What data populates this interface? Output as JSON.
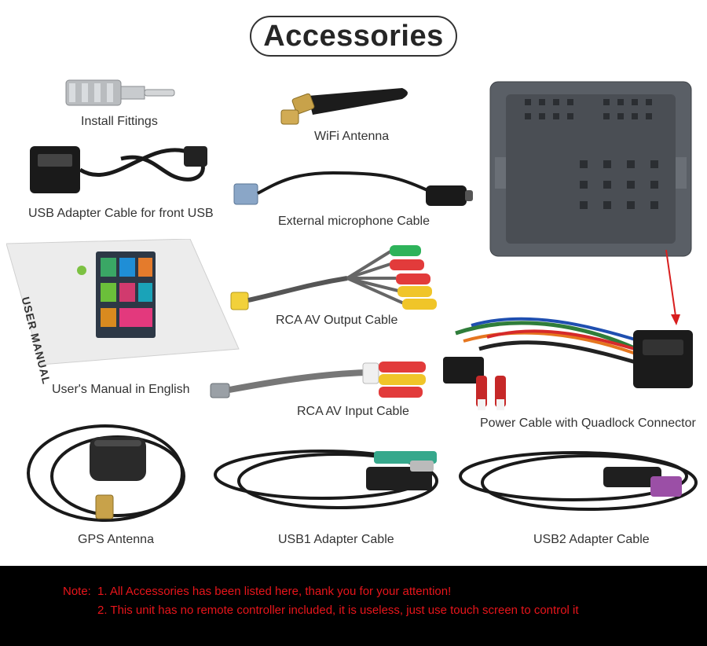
{
  "title": "Accessories",
  "items": [
    {
      "id": "install-fittings",
      "label": "Install Fittings",
      "icon": "install-fittings-icon"
    },
    {
      "id": "wifi-antenna",
      "label": "WiFi Antenna",
      "icon": "wifi-antenna-icon"
    },
    {
      "id": "usb-front",
      "label": "USB Adapter Cable for front USB",
      "icon": "usb-cable-icon"
    },
    {
      "id": "ext-mic",
      "label": "External microphone Cable",
      "icon": "microphone-cable-icon"
    },
    {
      "id": "rca-out",
      "label": "RCA AV Output Cable",
      "icon": "rca-output-cable-icon"
    },
    {
      "id": "manual",
      "label": "User's Manual in English",
      "icon": "user-manual-icon"
    },
    {
      "id": "rca-in",
      "label": "RCA AV Input Cable",
      "icon": "rca-input-cable-icon"
    },
    {
      "id": "power-cable",
      "label": "Power Cable with Quadlock Connector",
      "icon": "power-cable-icon"
    },
    {
      "id": "gps",
      "label": "GPS Antenna",
      "icon": "gps-antenna-icon"
    },
    {
      "id": "usb1",
      "label": "USB1 Adapter Cable",
      "icon": "usb1-cable-icon"
    },
    {
      "id": "usb2",
      "label": "USB2 Adapter Cable",
      "icon": "usb2-cable-icon"
    }
  ],
  "manual_cover_text": "USER MANUAL",
  "notes": {
    "prefix": "Note:",
    "line1": "1. All Accessories has been listed here, thank you for your attention!",
    "line2": "2. This unit has no remote controller included, it is useless, just use touch screen to control it"
  },
  "colors": {
    "note_text": "#e8151b",
    "note_bg": "#000000",
    "arrow": "#d81e1e"
  }
}
